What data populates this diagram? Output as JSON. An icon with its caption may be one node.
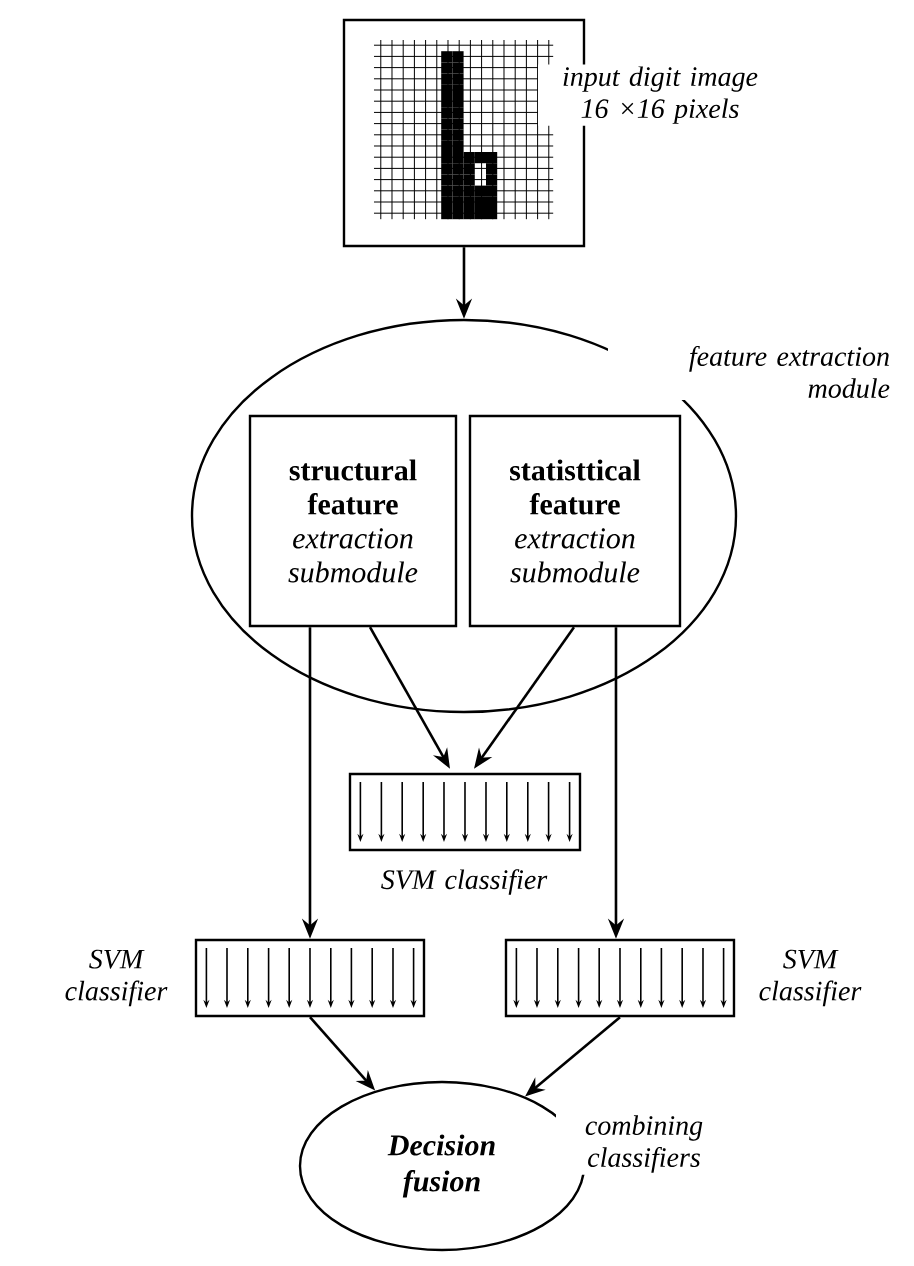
{
  "diagram": {
    "nodes": [
      {
        "text": [],
        "shape": "picture",
        "beside": [
          "input digit image 16 ×16 pixels"
        ]
      },
      {
        "text": [
          "feature extraction module"
        ]
      },
      {
        "text": [
          "structural feature",
          "extraction submodule"
        ],
        "in": 1
      },
      {
        "text": [
          "statisttical feature",
          "extraction submodule"
        ],
        "in": 1
      },
      {
        "text": [],
        "shape": "bar",
        "beside": [
          "SVM classifier"
        ]
      },
      {
        "text": [],
        "shape": "bar",
        "beside": [
          "SVM classifier"
        ]
      },
      {
        "text": [],
        "shape": "bar",
        "beside": [
          "SVM classifier"
        ]
      },
      {
        "text": [
          "Decision fusion"
        ],
        "beside": [
          "combining classifiers"
        ]
      }
    ],
    "edges": [
      {
        "from": 0,
        "to": 1,
        "arrow": "to"
      },
      {
        "from": 2,
        "to": 4,
        "arrow": "to"
      },
      {
        "from": 3,
        "to": 4,
        "arrow": "to"
      },
      {
        "from": 2,
        "to": 5,
        "arrow": "to"
      },
      {
        "from": 3,
        "to": 6,
        "arrow": "to"
      },
      {
        "from": 5,
        "to": 7,
        "arrow": "to"
      },
      {
        "from": 6,
        "to": 7,
        "arrow": "to"
      }
    ]
  }
}
